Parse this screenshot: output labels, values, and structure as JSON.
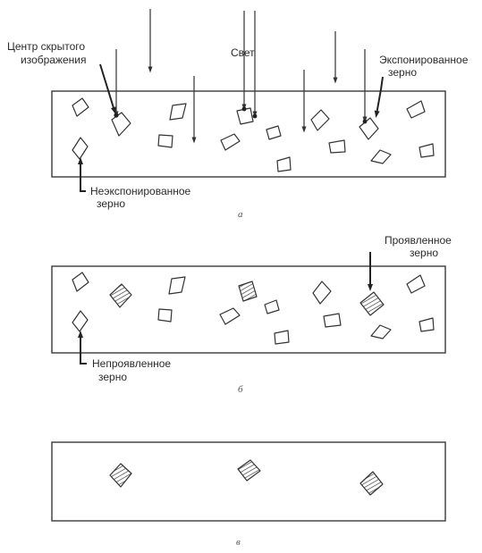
{
  "panels": [
    {
      "letter": "а",
      "labels": {
        "latent_center": [
          "Центр скрытого",
          "изображения"
        ],
        "light": "Свет",
        "exposed_grain": [
          "Экспонированное",
          "зерно"
        ],
        "unexposed_grain": [
          "Неэкспонированное",
          "зерно"
        ]
      }
    },
    {
      "letter": "б",
      "labels": {
        "developed_grain": [
          "Проявленное",
          "зерно"
        ],
        "undeveloped_grain": [
          "Непроявленное",
          "зерно"
        ]
      }
    },
    {
      "letter": "в",
      "labels": {}
    }
  ]
}
